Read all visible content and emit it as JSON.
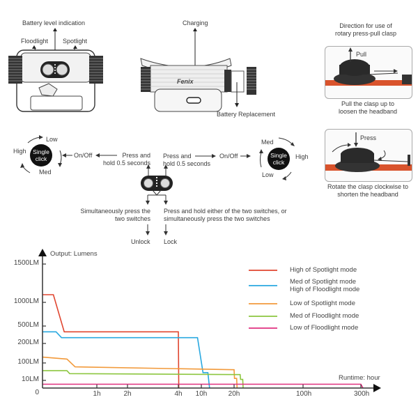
{
  "top": {
    "front_view": {
      "battery_level_label": "Battery level indication",
      "floodlight_label": "Floodlight",
      "spotlight_label": "Spotlight"
    },
    "back_view": {
      "charging_label": "Charging",
      "battery_replacement_label": "Battery Replacement",
      "brand_text": "Fenix"
    },
    "clasp": {
      "title_line1": "Direction for use of",
      "title_line2": "rotary press-pull clasp",
      "pull_label": "Pull",
      "pull_caption_line1": "Pull the clasp up to",
      "pull_caption_line2": "loosen the headband",
      "press_label": "Press",
      "press_caption_line1": "Rotate the clasp clockwise to",
      "press_caption_line2": "shorten the headband"
    }
  },
  "operation": {
    "left_cycle": {
      "button_line1": "Single",
      "button_line2": "click",
      "low": "Low",
      "high": "High",
      "med": "Med",
      "on_off": "On/Off",
      "press_line1": "Press and",
      "press_line2": "hold 0.5 seconds"
    },
    "right_cycle": {
      "button_line1": "Single",
      "button_line2": "click",
      "med": "Med",
      "high": "High",
      "low": "Low",
      "on_off": "On/Off",
      "press_line1": "Press and",
      "press_line2": "hold 0.5 seconds"
    },
    "lock": {
      "unlock_instr_line1": "Simultaneously press the",
      "unlock_instr_line2": "two switches",
      "lock_instr_line1": "Press and hold either of the two switches, or",
      "lock_instr_line2": "simultaneously press the two switches",
      "unlock_label": "Unlock",
      "lock_label": "Lock"
    }
  },
  "chart_data": {
    "type": "line",
    "title": "",
    "ylabel": "Output: Lumens",
    "xlabel": "Runtime: hour",
    "y_ticks": [
      "1500LM",
      "1000LM",
      "500LM",
      "200LM",
      "100LM",
      "10LM",
      "0"
    ],
    "y_tick_values": [
      1500,
      1000,
      500,
      200,
      100,
      10,
      0
    ],
    "x_ticks": [
      "1h",
      "2h",
      "4h",
      "10h",
      "20h",
      "100h",
      "300h"
    ],
    "x_tick_values": [
      1,
      2,
      4,
      10,
      20,
      100,
      300
    ],
    "x_axis_scale": "non-linear (piecewise between labeled ticks)",
    "y_axis_scale": "non-linear (piecewise between labeled ticks)",
    "grid": false,
    "legend_position": "top-right",
    "series": [
      {
        "name": "High of Spotlight mode",
        "color": "#e0452f",
        "points": [
          [
            0,
            1100
          ],
          [
            0.2,
            1100
          ],
          [
            0.4,
            400
          ],
          [
            4.0,
            400
          ],
          [
            4.1,
            0
          ]
        ]
      },
      {
        "name": "Med of Spotlight mode / High of Floodlight mode",
        "color": "#29a8e0",
        "points": [
          [
            0,
            400
          ],
          [
            0.25,
            400
          ],
          [
            0.35,
            300
          ],
          [
            9.0,
            300
          ],
          [
            10.5,
            50
          ],
          [
            12.0,
            50
          ],
          [
            12.5,
            0
          ]
        ]
      },
      {
        "name": "Low of Spotlight mode",
        "color": "#f29a3b",
        "points": [
          [
            0,
            130
          ],
          [
            0.45,
            120
          ],
          [
            0.6,
            80
          ],
          [
            20.0,
            65
          ],
          [
            20.5,
            20
          ],
          [
            23.0,
            20
          ],
          [
            23.5,
            0
          ]
        ]
      },
      {
        "name": "Med of Floodlight mode",
        "color": "#8cc63f",
        "points": [
          [
            0,
            60
          ],
          [
            0.45,
            60
          ],
          [
            0.5,
            45
          ],
          [
            27.0,
            40
          ],
          [
            27.5,
            15
          ],
          [
            30.0,
            15
          ],
          [
            30.5,
            0
          ]
        ]
      },
      {
        "name": "Low of Floodlight mode",
        "color": "#e0307f",
        "points": [
          [
            0,
            5
          ],
          [
            300,
            5
          ],
          [
            305,
            0
          ]
        ]
      }
    ],
    "legend": [
      {
        "label": "High of Spotlight mode",
        "color": "#e0452f"
      },
      {
        "label": "Med of Spotlight mode",
        "label2": "High of Floodlight mode",
        "color": "#29a8e0"
      },
      {
        "label": "Low of Spotlight mode",
        "color": "#f29a3b"
      },
      {
        "label": "Med of Floodlight mode",
        "color": "#8cc63f"
      },
      {
        "label": "Low of Floodlight mode",
        "color": "#e0307f"
      }
    ]
  }
}
